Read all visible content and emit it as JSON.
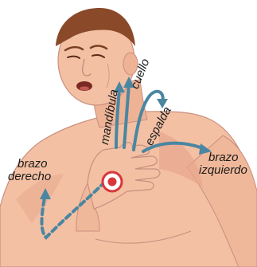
{
  "figure": {
    "labels": {
      "right_arm_line1": "brazo",
      "right_arm_line2": "derecho",
      "left_arm_line1": "brazo",
      "left_arm_line2": "izquierdo",
      "jaw": "mandíbula",
      "neck": "cuello",
      "back": "espalda"
    },
    "icons": {
      "pain_point": "target-icon",
      "arrows": "arrow-icon"
    },
    "colors": {
      "skin": "#f3c0a3",
      "skin_shadow": "#e39d86",
      "hair": "#8a4a2a",
      "arrow": "#4a86a2",
      "target_red": "#d8363a",
      "outline": "#b9857a"
    }
  }
}
